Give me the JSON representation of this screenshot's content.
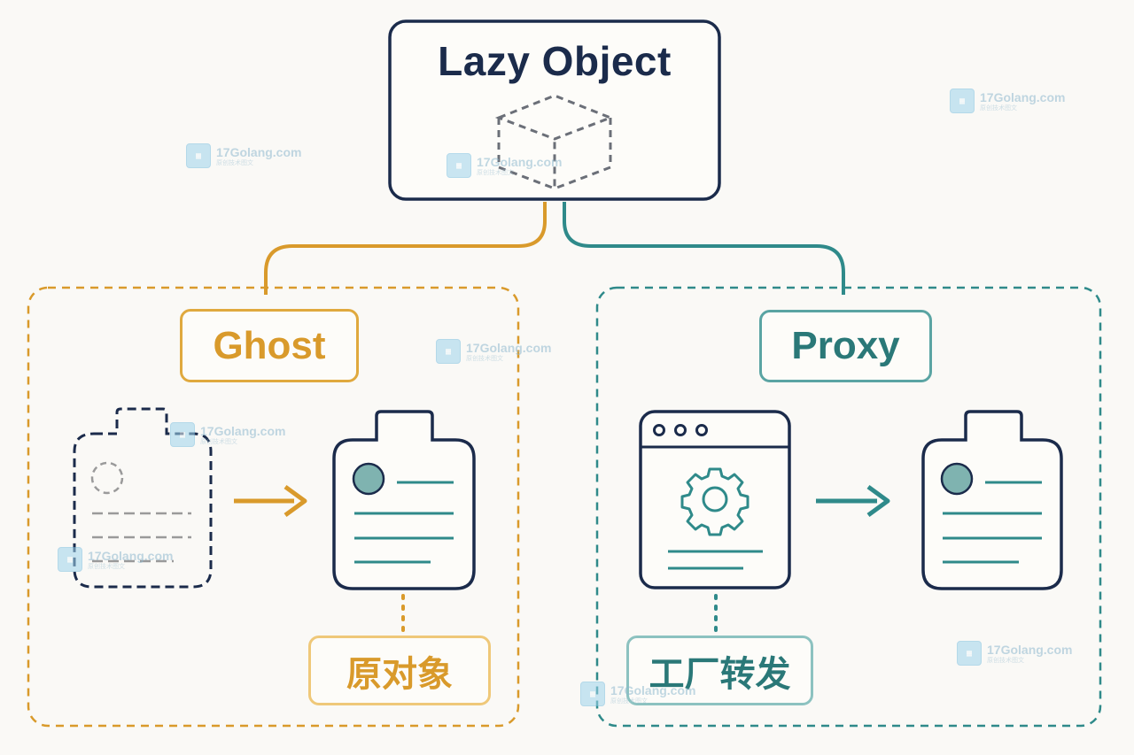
{
  "title": "Lazy Object",
  "branches": {
    "ghost": {
      "label": "Ghost",
      "caption": "原对象"
    },
    "proxy": {
      "label": "Proxy",
      "caption": "工厂转发"
    }
  },
  "watermark": {
    "site": "17Golang.com",
    "sub": "原创技术图文"
  },
  "colors": {
    "navy": "#1b2b4b",
    "orange": "#d99a2b",
    "teal": "#2f8a8a",
    "gray": "#9a9a9a"
  },
  "icons": [
    "cube-icon",
    "ghost-document-icon",
    "document-icon",
    "window-gear-icon",
    "arrow-right-icon"
  ]
}
